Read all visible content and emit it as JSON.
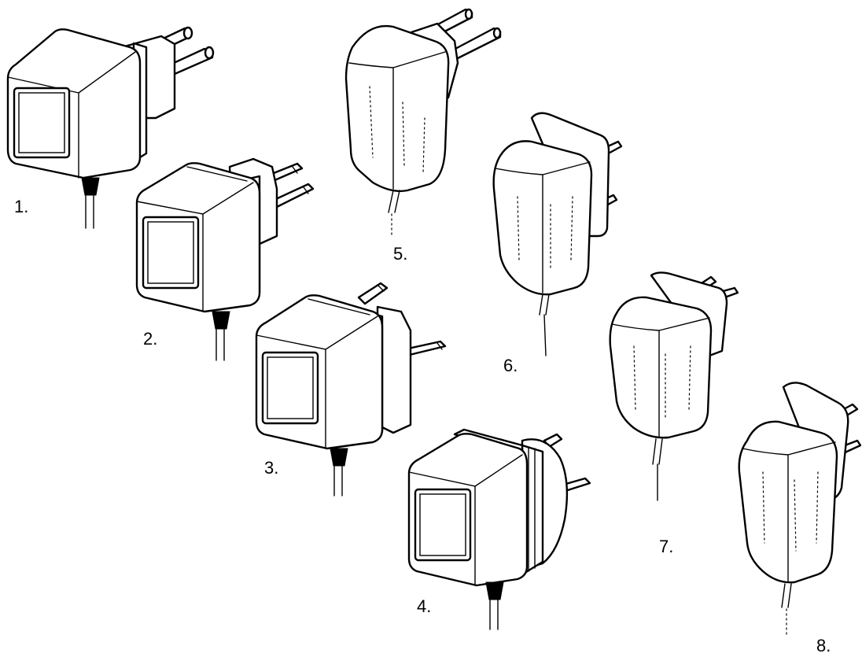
{
  "labels": {
    "a1": "1.",
    "a2": "2.",
    "a3": "3.",
    "a4": "4.",
    "a5": "5.",
    "a6": "6.",
    "a7": "7.",
    "a8": "8."
  },
  "style": {
    "line_color": "#000000",
    "background": "#ffffff"
  }
}
